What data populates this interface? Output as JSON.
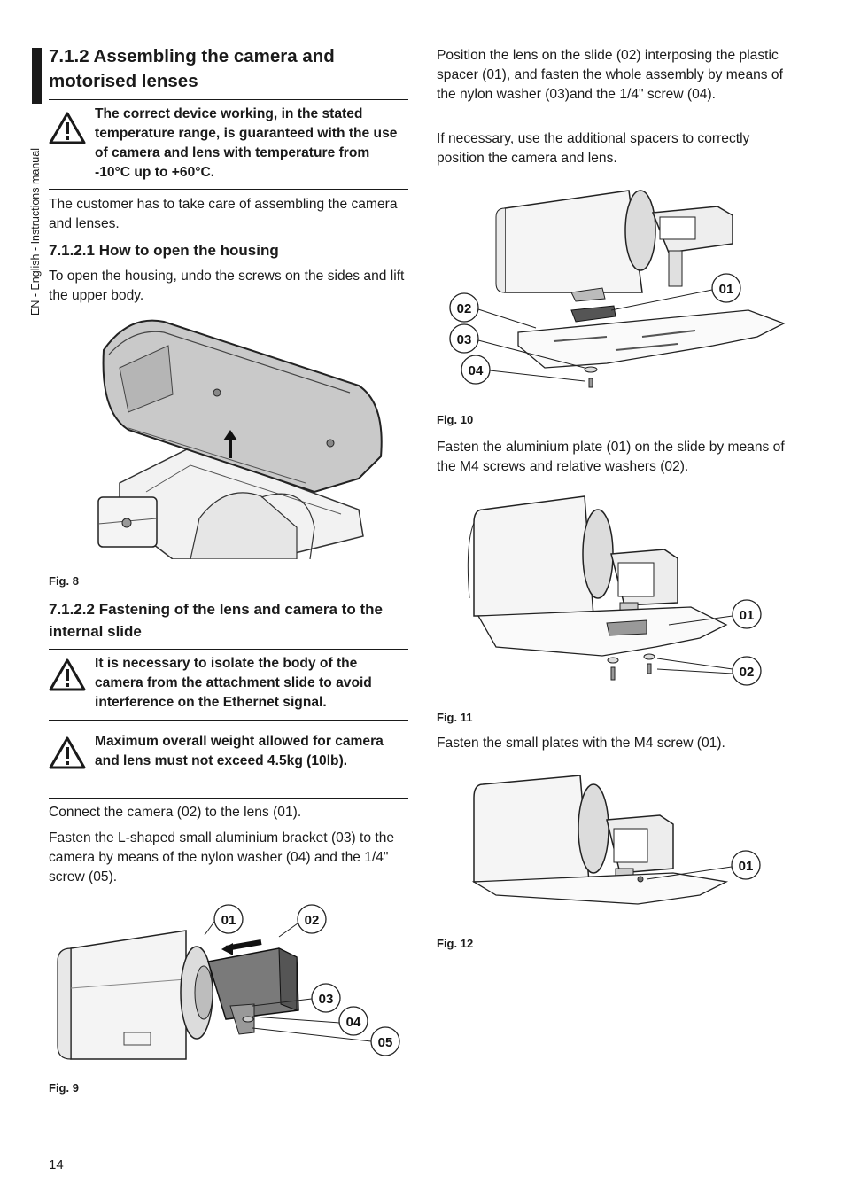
{
  "sidebar": {
    "label": "EN - English - Instructions manual"
  },
  "section": {
    "title": "7.1.2 Assembling the camera and motorised lenses"
  },
  "warning1": "The correct device working, in the stated temperature range, is guaranteed with the use of camera and lens with temperature from -10°C up to +60°C.",
  "intro": "The customer has to take care of assembling the camera and lenses.",
  "sub1": {
    "title": "7.1.2.1 How to open the housing",
    "text": "To open the housing, undo the screws on the sides and lift the upper body."
  },
  "fig8": {
    "caption": "Fig. 8"
  },
  "sub2": {
    "title": "7.1.2.2 Fastening of the lens and camera to the internal slide"
  },
  "warning2": "It is necessary to isolate the body of the camera from the attachment slide to avoid interference on the Ethernet signal.",
  "warning3": "Maximum overall weight allowed for camera and lens must not exceed 4.5kg (10lb).",
  "connect_text": "Connect the camera (02) to the lens (01).",
  "bracket_text": "Fasten the L-shaped small aluminium bracket (03) to the camera by means of the nylon washer (04) and the 1/4\" screw (05).",
  "fig9": {
    "caption": "Fig. 9",
    "labels": [
      "01",
      "02",
      "03",
      "04",
      "05"
    ]
  },
  "right": {
    "position_text": "Position the lens on the slide (02) interposing the plastic spacer (01), and fasten the whole assembly by means of the nylon washer (03)and the 1/4\" screw (04).",
    "spacers_text": "If necessary, use the additional spacers to correctly position the camera and lens."
  },
  "fig10": {
    "caption": "Fig. 10",
    "labels": [
      "01",
      "02",
      "03",
      "04"
    ]
  },
  "plate_text": "Fasten the aluminium plate (01) on the slide by means of the M4 screws and relative washers (02).",
  "fig11": {
    "caption": "Fig. 11",
    "labels": [
      "01",
      "02"
    ]
  },
  "small_plates_text": "Fasten the small plates with the M4 screw (01).",
  "fig12": {
    "caption": "Fig. 12",
    "labels": [
      "01"
    ]
  },
  "page_number": "14"
}
